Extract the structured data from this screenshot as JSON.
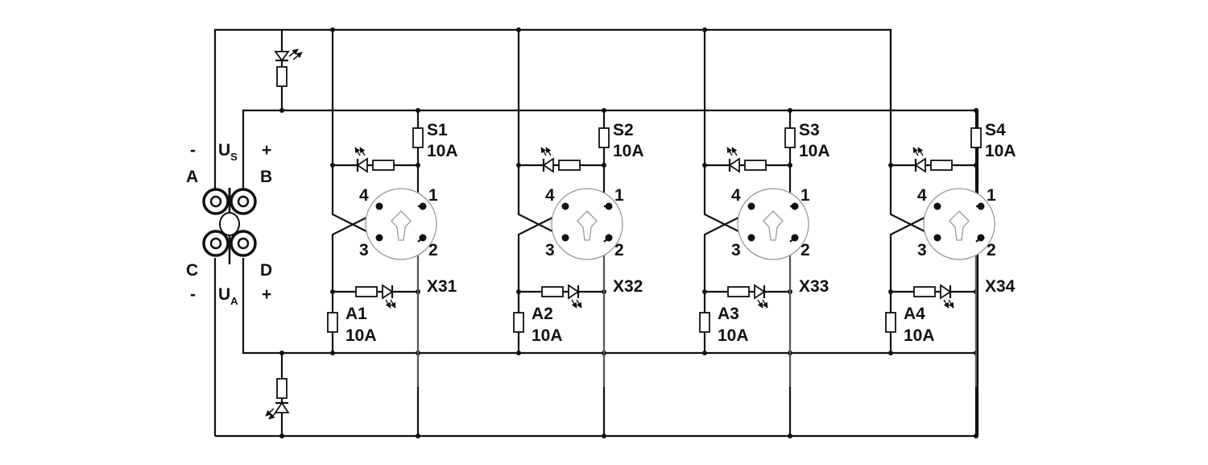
{
  "power_connector": {
    "us_label": "U",
    "us_sub": "S",
    "ua_label": "U",
    "ua_sub": "A",
    "terminal_a": "A",
    "terminal_b": "B",
    "terminal_c": "C",
    "terminal_d": "D",
    "a_polarity": "-",
    "b_polarity": "+",
    "c_polarity": "-",
    "d_polarity": "+"
  },
  "ports": [
    {
      "connector": "X31",
      "sensor_fuse": "S1",
      "sensor_rating": "10A",
      "actuator_fuse": "A1",
      "actuator_rating": "10A",
      "pin1": "1",
      "pin2": "2",
      "pin3": "3",
      "pin4": "4"
    },
    {
      "connector": "X32",
      "sensor_fuse": "S2",
      "sensor_rating": "10A",
      "actuator_fuse": "A2",
      "actuator_rating": "10A",
      "pin1": "1",
      "pin2": "2",
      "pin3": "3",
      "pin4": "4"
    },
    {
      "connector": "X33",
      "sensor_fuse": "S3",
      "sensor_rating": "10A",
      "actuator_fuse": "A3",
      "actuator_rating": "10A",
      "pin1": "1",
      "pin2": "2",
      "pin3": "3",
      "pin4": "4"
    },
    {
      "connector": "X34",
      "sensor_fuse": "S4",
      "sensor_rating": "10A",
      "actuator_fuse": "A4",
      "actuator_rating": "10A",
      "pin1": "1",
      "pin2": "2",
      "pin3": "3",
      "pin4": "4"
    }
  ]
}
